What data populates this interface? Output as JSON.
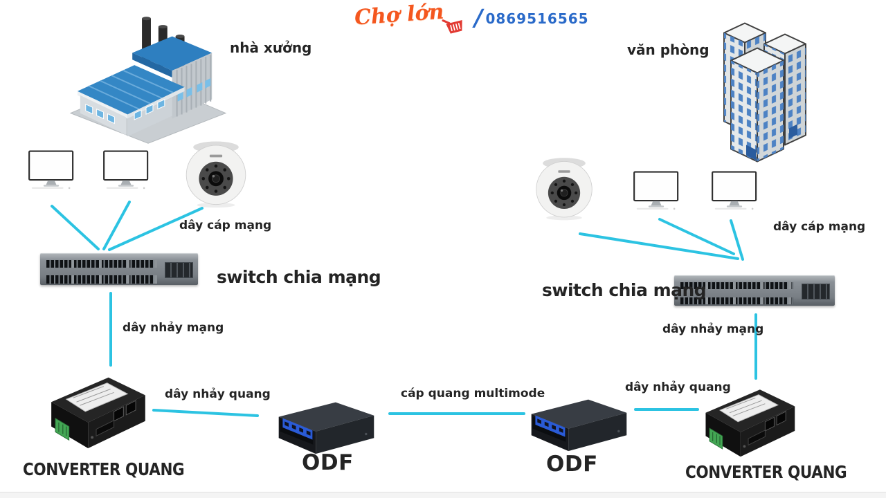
{
  "header": {
    "brand": "Chợ lớn",
    "separator": "/",
    "phone": "0869516565"
  },
  "sites": {
    "factory": "nhà xưởng",
    "office": "văn phòng"
  },
  "labels": {
    "network_cable": "dây cáp mạng",
    "switch": "switch chia mạng",
    "patch_cord": "dây nhảy mạng",
    "fiber_jumper": "dây nhảy quang",
    "multimode": "cáp quang multimode",
    "converter": "CONVERTER QUANG",
    "odf": "ODF"
  },
  "colors": {
    "wire": "#2cc3e2",
    "label": "#242424",
    "brand_orange": "#f4571f",
    "brand_blue": "#2a6ac9",
    "basket_red": "#e23b33"
  },
  "connections": [
    {
      "from": "pc-1-factory",
      "to": "switch-factory",
      "label": "dây cáp mạng"
    },
    {
      "from": "pc-2-factory",
      "to": "switch-factory",
      "label": "dây cáp mạng"
    },
    {
      "from": "camera-factory",
      "to": "switch-factory",
      "label": "dây cáp mạng"
    },
    {
      "from": "switch-factory",
      "to": "converter-factory",
      "label": "dây nhảy mạng"
    },
    {
      "from": "converter-factory",
      "to": "odf-factory",
      "label": "dây nhảy quang"
    },
    {
      "from": "odf-factory",
      "to": "odf-office",
      "label": "cáp quang multimode"
    },
    {
      "from": "odf-office",
      "to": "converter-office",
      "label": "dây nhảy quang"
    },
    {
      "from": "converter-office",
      "to": "switch-office",
      "label": "dây nhảy mạng"
    },
    {
      "from": "camera-office",
      "to": "switch-office",
      "label": "dây cáp mạng"
    },
    {
      "from": "pc-1-office",
      "to": "switch-office",
      "label": "dây cáp mạng"
    },
    {
      "from": "pc-2-office",
      "to": "switch-office",
      "label": "dây cáp mạng"
    }
  ]
}
